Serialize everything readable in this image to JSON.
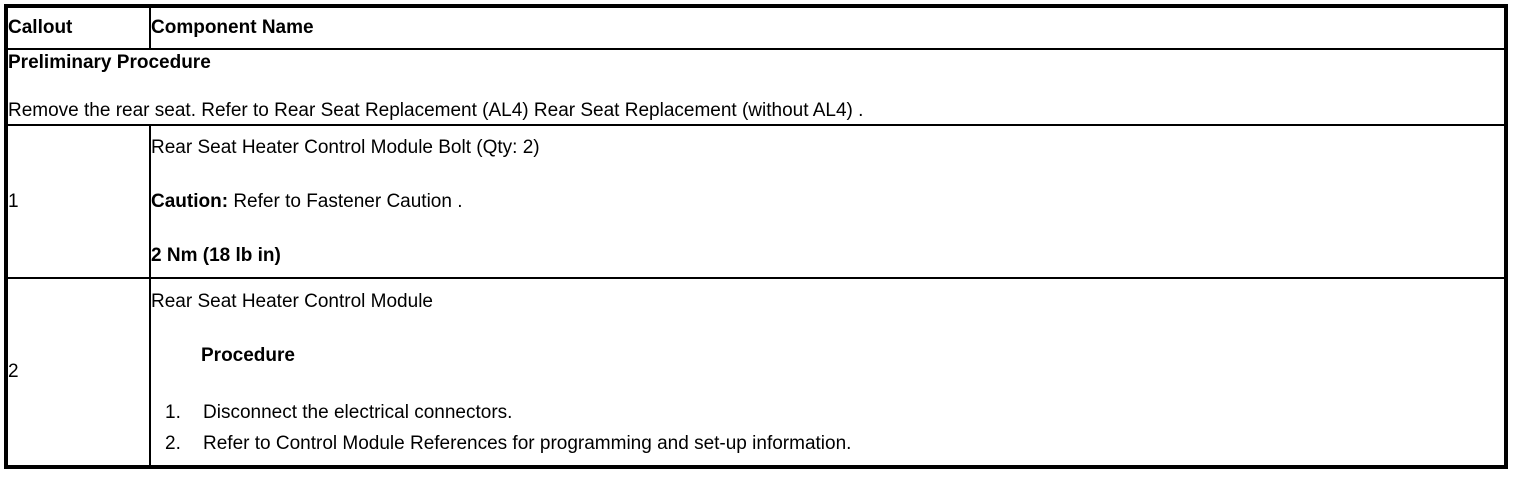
{
  "table": {
    "headers": {
      "callout": "Callout",
      "component_name": "Component Name"
    },
    "preliminary": {
      "title": "Preliminary Procedure",
      "text": "Remove the rear seat. Refer to Rear Seat Replacement (AL4) Rear Seat Replacement (without AL4) ."
    },
    "rows": [
      {
        "callout": "1",
        "component": "Rear Seat Heater Control Module Bolt (Qty: 2)",
        "caution_label": "Caution:",
        "caution_text": " Refer to Fastener Caution .",
        "torque": "2 Nm (18 lb in)"
      },
      {
        "callout": "2",
        "component": "Rear Seat Heater Control Module",
        "procedure_heading": "Procedure",
        "steps": [
          {
            "num": "1.",
            "text": "Disconnect the electrical connectors."
          },
          {
            "num": "2.",
            "text": "Refer to Control Module References for programming and set-up information."
          }
        ]
      }
    ]
  }
}
